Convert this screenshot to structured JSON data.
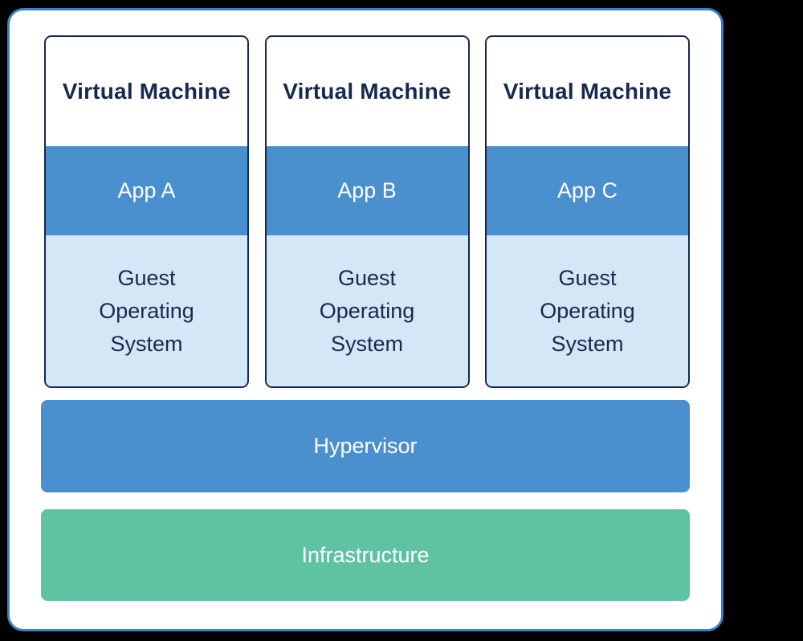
{
  "colors": {
    "background": "#000000",
    "panel_background": "#FFFFFF",
    "panel_border": "#3B7FC4",
    "accent_blue": "#4A90CE",
    "light_blue": "#D3E7F7",
    "navy": "#16294E",
    "green": "#5FC2A2",
    "text_light": "#FFFFFF"
  },
  "vms": [
    {
      "title": "Virtual Machine",
      "app": "App A",
      "os_lines": [
        "Guest",
        "Operating",
        "System"
      ]
    },
    {
      "title": "Virtual Machine",
      "app": "App B",
      "os_lines": [
        "Guest",
        "Operating",
        "System"
      ]
    },
    {
      "title": "Virtual Machine",
      "app": "App C",
      "os_lines": [
        "Guest",
        "Operating",
        "System"
      ]
    }
  ],
  "layers": {
    "hypervisor": "Hypervisor",
    "infrastructure": "Infrastructure"
  }
}
